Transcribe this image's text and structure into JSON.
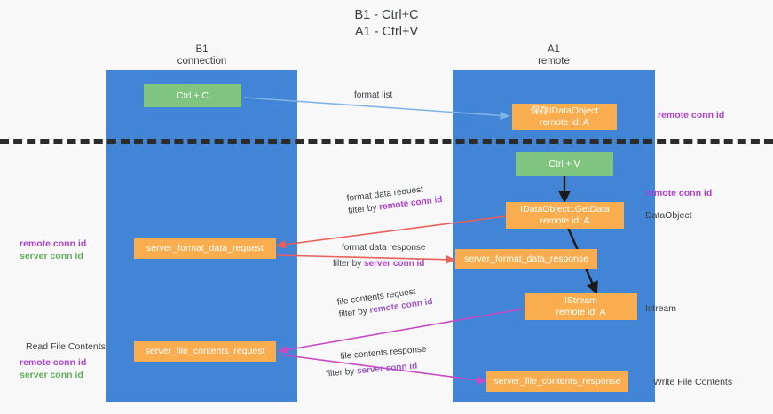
{
  "title": {
    "line1": "B1 - Ctrl+C",
    "line2": "A1 - Ctrl+V"
  },
  "columns": [
    {
      "name": "B1",
      "role": "connection"
    },
    {
      "name": "A1",
      "role": "remote"
    }
  ],
  "colors": {
    "lane": "#4285d6",
    "box_orange": "#f9ad4e",
    "box_green": "#80c57f",
    "accent_purple": "#b03fd6",
    "accent_green": "#5fae5c",
    "accent_violet": "#9b59c9",
    "arrow_red": "#e8615a",
    "arrow_magenta": "#c94bc4",
    "arrow_blue": "#7fb3e8",
    "arrow_black": "#1a1a1a",
    "divider": "#2b2b2b",
    "text": "#3c4043",
    "background": "#f8f8f8"
  },
  "boxes": {
    "ctrl_c": {
      "line1": "Ctrl + C",
      "line2": ""
    },
    "store_dataobject": {
      "line1": "保存IDataObject",
      "line2": "remote id: A"
    },
    "ctrl_v": {
      "line1": "Ctrl + V",
      "line2": ""
    },
    "getdata": {
      "line1": "IDataObject::GetData",
      "line2": "remote id: A"
    },
    "server_format_data_request": {
      "line1": "server_format_data_request",
      "line2": ""
    },
    "server_format_data_response": {
      "line1": "server_format_data_response",
      "line2": ""
    },
    "istream": {
      "line1": "IStream",
      "line2": "remote id: A"
    },
    "server_file_contents_request": {
      "line1": "server_file_contents_request",
      "line2": ""
    },
    "server_file_contents_response": {
      "line1": "server_file_contents_response",
      "line2": ""
    }
  },
  "edge_labels": {
    "format_list": {
      "line1": "format list",
      "filter_prefix": "",
      "filter_value": ""
    },
    "format_data_request": {
      "line1": "format data request",
      "filter_prefix": "filter by ",
      "filter_value": "remote conn id"
    },
    "format_data_response": {
      "line1": "format data response",
      "filter_prefix": "filter by ",
      "filter_value": "server conn id"
    },
    "file_contents_request": {
      "line1": "file contents request",
      "filter_prefix": "filter by ",
      "filter_value": "remote conn id"
    },
    "file_contents_response": {
      "line1": "file contents response",
      "filter_prefix": "filter by ",
      "filter_value": "server conn id"
    }
  },
  "right_labels": {
    "remote_conn_id_top": "remote conn id",
    "remote_conn_id_middle": "remote conn id",
    "dataobject": "DataObject",
    "istream": "Istream",
    "write_file_contents": "Write File Contents"
  },
  "left_labels": {
    "remote_conn_id_middle": "remote conn id",
    "server_conn_id_middle": "server conn id",
    "read_file_contents": "Read File Contents",
    "remote_conn_id_bottom": "remote conn id",
    "server_conn_id_bottom": "server conn id"
  }
}
